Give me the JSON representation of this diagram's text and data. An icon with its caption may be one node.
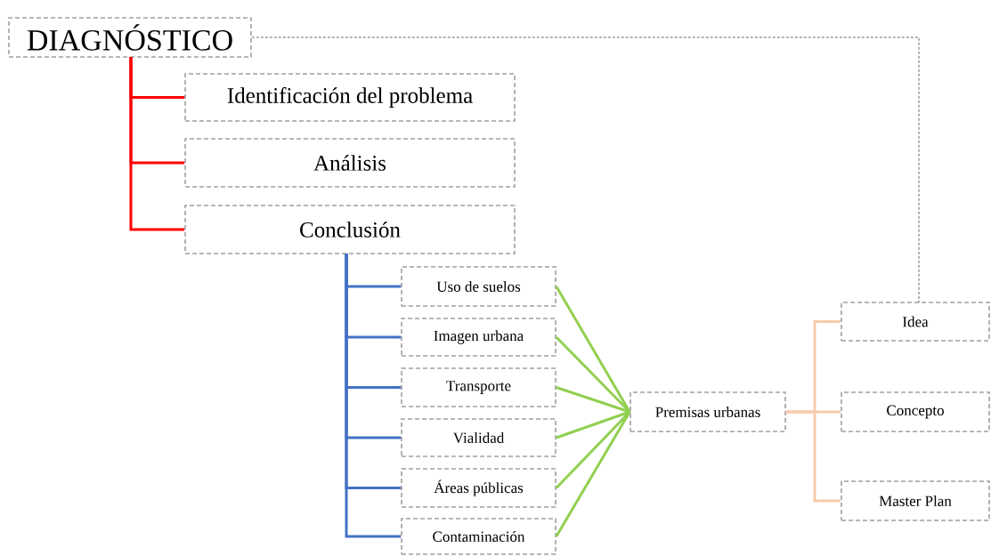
{
  "diagram": {
    "nodes": [
      {
        "text": [
          "DIAGNÓSTICO"
        ]
      },
      {
        "text": [
          "Identificación del problema"
        ]
      },
      {
        "text": [
          "Análisis"
        ]
      },
      {
        "text": [
          "Conclusión"
        ]
      },
      {
        "text": [
          "Uso de suelos"
        ]
      },
      {
        "text": [
          "Imagen urbana"
        ]
      },
      {
        "text": [
          "Transporte"
        ]
      },
      {
        "text": [
          "Vialidad"
        ]
      },
      {
        "text": [
          "Áreas públicas"
        ]
      },
      {
        "text": [
          "Contaminación"
        ]
      },
      {
        "text": [
          "Premisas urbanas"
        ]
      },
      {
        "text": [
          "Idea"
        ]
      },
      {
        "text": [
          "Concepto"
        ]
      },
      {
        "text": [
          "Master Plan"
        ]
      }
    ],
    "edges": [
      {
        "from": 0,
        "to": 1,
        "arrow": "none",
        "color": "#ff0000"
      },
      {
        "from": 0,
        "to": 2,
        "arrow": "none",
        "color": "#ff0000"
      },
      {
        "from": 0,
        "to": 3,
        "arrow": "none",
        "color": "#ff0000"
      },
      {
        "from": 3,
        "to": 4,
        "arrow": "none",
        "color": "#4472c4"
      },
      {
        "from": 3,
        "to": 5,
        "arrow": "none",
        "color": "#4472c4"
      },
      {
        "from": 3,
        "to": 6,
        "arrow": "none",
        "color": "#4472c4"
      },
      {
        "from": 3,
        "to": 7,
        "arrow": "none",
        "color": "#4472c4"
      },
      {
        "from": 3,
        "to": 8,
        "arrow": "none",
        "color": "#4472c4"
      },
      {
        "from": 3,
        "to": 9,
        "arrow": "none",
        "color": "#4472c4"
      },
      {
        "from": 4,
        "to": 10,
        "arrow": "none",
        "color": "#92d050"
      },
      {
        "from": 5,
        "to": 10,
        "arrow": "none",
        "color": "#92d050"
      },
      {
        "from": 6,
        "to": 10,
        "arrow": "none",
        "color": "#92d050"
      },
      {
        "from": 7,
        "to": 10,
        "arrow": "none",
        "color": "#92d050"
      },
      {
        "from": 8,
        "to": 10,
        "arrow": "none",
        "color": "#92d050"
      },
      {
        "from": 9,
        "to": 10,
        "arrow": "none",
        "color": "#92d050"
      },
      {
        "from": 10,
        "to": 11,
        "arrow": "none",
        "color": "#f8cbad"
      },
      {
        "from": 10,
        "to": 12,
        "arrow": "none",
        "color": "#f8cbad"
      },
      {
        "from": 10,
        "to": 13,
        "arrow": "none",
        "color": "#f8cbad"
      },
      {
        "from": 0,
        "to": 11,
        "arrow": "none",
        "style": "dashed",
        "color": "#404040"
      }
    ]
  }
}
